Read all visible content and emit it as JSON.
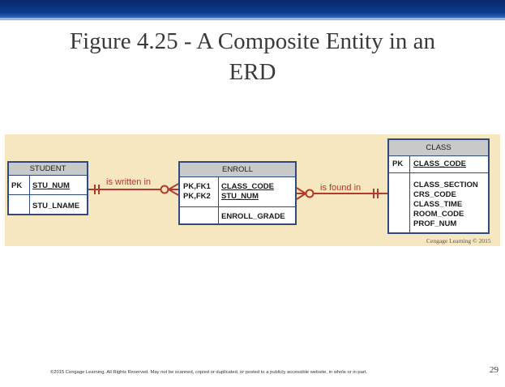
{
  "slide": {
    "title_line1": "Figure 4.25 - A Composite Entity in an",
    "title_line2": "ERD",
    "credit": "Cengage Learning © 2015",
    "footer": "©2015 Cengage Learning. All Rights Reserved. May not be scanned, copied or duplicated, or posted to a publicly accessible website, in whole or in part.",
    "page_number": "29"
  },
  "student": {
    "name": "STUDENT",
    "pk_key": "PK",
    "pk_attr": "STU_NUM",
    "attr": "STU_LNAME"
  },
  "enroll": {
    "name": "ENROLL",
    "key1": "PK,FK1",
    "key2": "PK,FK2",
    "attr1": "CLASS_CODE",
    "attr2": "STU_NUM",
    "attr3": "ENROLL_GRADE"
  },
  "class": {
    "name": "CLASS",
    "pk_key": "PK",
    "pk_attr": "CLASS_CODE",
    "attrs": [
      "CLASS_SECTION",
      "CRS_CODE",
      "CLASS_TIME",
      "ROOM_CODE",
      "PROF_NUM"
    ]
  },
  "relationships": {
    "r1": "is written in",
    "r2": "is found in"
  },
  "colors": {
    "line": "#b23a2a",
    "border": "#2e4a80",
    "band": "#f7e7c0"
  }
}
